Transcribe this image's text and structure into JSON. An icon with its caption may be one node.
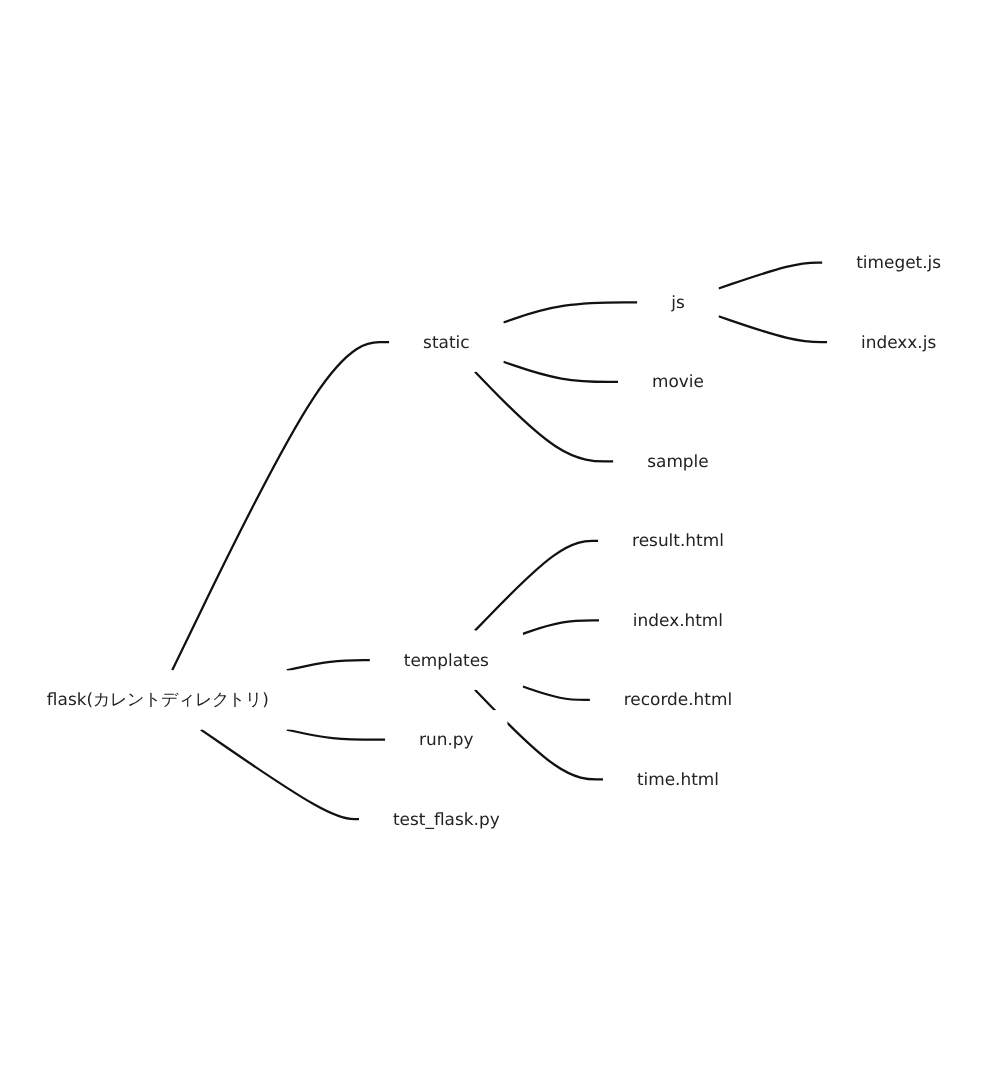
{
  "diagram": {
    "nodes": [
      {
        "text": [
          "flask(カレントディレクトリ)"
        ]
      },
      {
        "text": [
          "static"
        ]
      },
      {
        "text": [
          "js"
        ]
      },
      {
        "text": [
          "timeget.js"
        ]
      },
      {
        "text": [
          "indexx.js"
        ]
      },
      {
        "text": [
          "movie"
        ]
      },
      {
        "text": [
          "sample"
        ]
      },
      {
        "text": [
          "templates"
        ]
      },
      {
        "text": [
          "result.html"
        ]
      },
      {
        "text": [
          "index.html"
        ]
      },
      {
        "text": [
          "recorde.html"
        ]
      },
      {
        "text": [
          "time.html"
        ]
      },
      {
        "text": [
          "run.py"
        ]
      },
      {
        "text": [
          "test_flask.py"
        ]
      }
    ],
    "edges": [
      {
        "from": 0,
        "to": 1,
        "arrow": "none"
      },
      {
        "from": 1,
        "to": 2,
        "arrow": "none"
      },
      {
        "from": 2,
        "to": 3,
        "arrow": "none"
      },
      {
        "from": 2,
        "to": 4,
        "arrow": "none"
      },
      {
        "from": 1,
        "to": 5,
        "arrow": "none"
      },
      {
        "from": 1,
        "to": 6,
        "arrow": "none"
      },
      {
        "from": 0,
        "to": 7,
        "arrow": "none"
      },
      {
        "from": 7,
        "to": 8,
        "arrow": "none"
      },
      {
        "from": 7,
        "to": 9,
        "arrow": "none"
      },
      {
        "from": 7,
        "to": 10,
        "arrow": "none"
      },
      {
        "from": 7,
        "to": 11,
        "arrow": "none"
      },
      {
        "from": 0,
        "to": 12,
        "arrow": "none"
      },
      {
        "from": 0,
        "to": 13,
        "arrow": "none"
      }
    ]
  }
}
